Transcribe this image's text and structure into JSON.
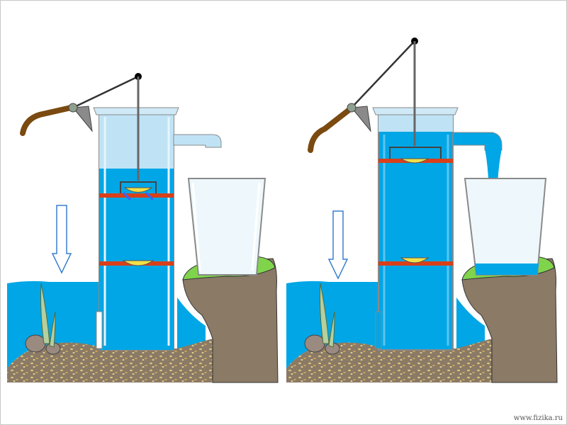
{
  "credit": "www.fizika.ru",
  "colors": {
    "water": "#00a6e6",
    "water_light": "#bfe3f5",
    "soil": "#8a7a66",
    "grass": "#7fd44c",
    "valve": "#f2e04a",
    "piston_ring": "#d9401a",
    "handle": "#7a4a10",
    "metal": "#8a8a8a"
  },
  "panels": [
    {
      "id": "left",
      "state": "suction stroke",
      "upper_valve": "open",
      "lower_valve": "closed",
      "water_flowing_out": false
    },
    {
      "id": "right",
      "state": "lift stroke",
      "upper_valve": "closed",
      "lower_valve": "closed",
      "water_flowing_out": true
    }
  ]
}
